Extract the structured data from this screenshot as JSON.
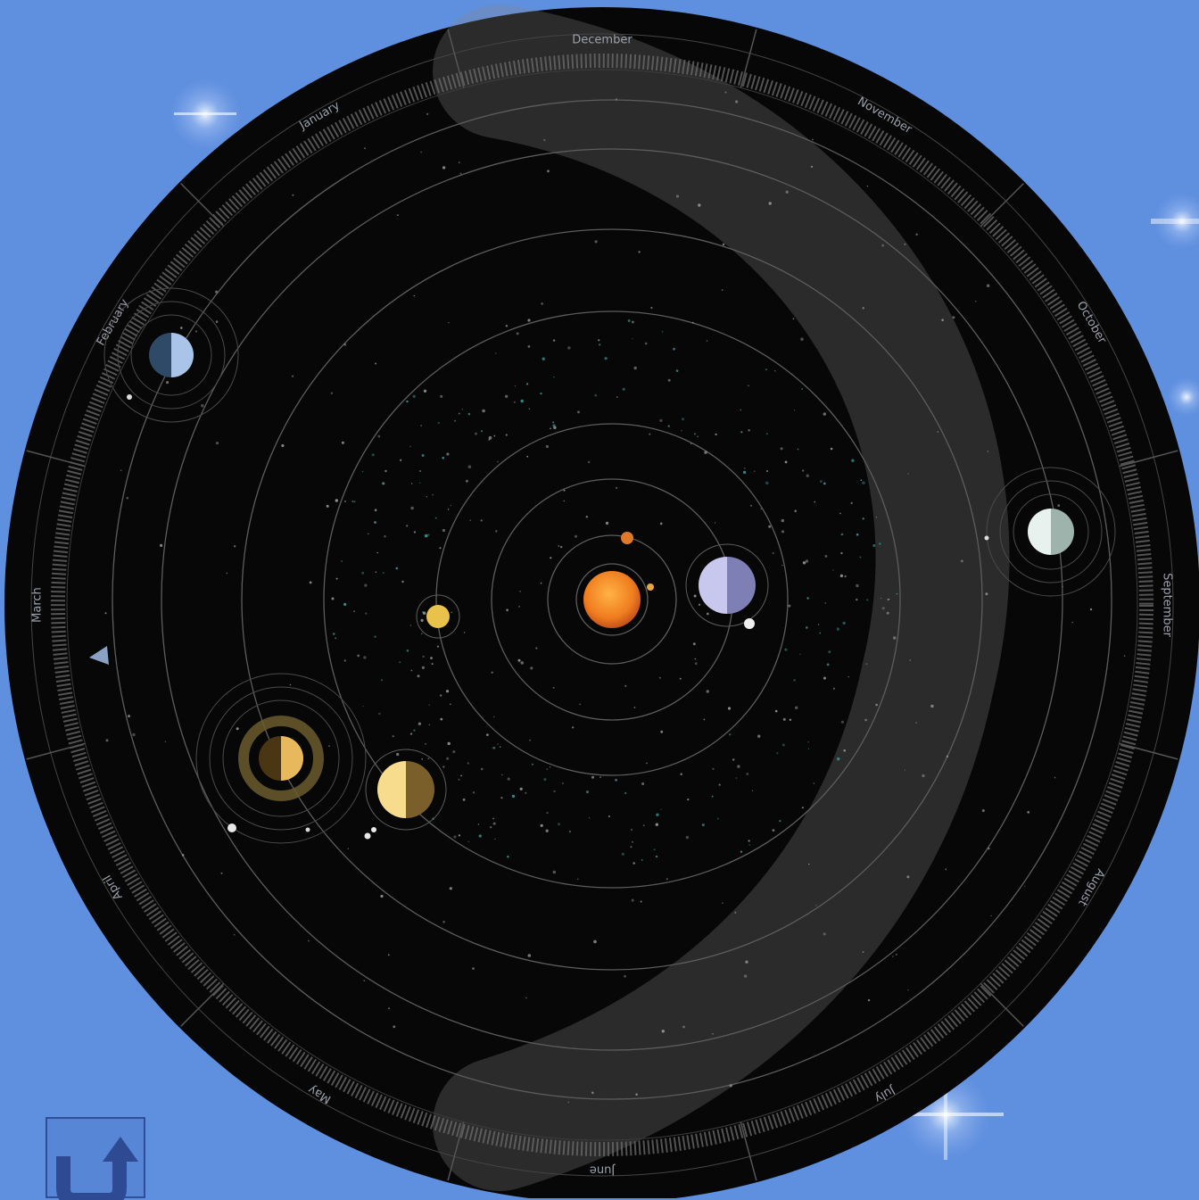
{
  "colors": {
    "background": "#5f8fdf",
    "disc": "#070707",
    "sun": "#f08a2a",
    "orbit_line": "#5d5d5d",
    "back_button": "#5886d6"
  },
  "months": [
    {
      "label": "December"
    },
    {
      "label": "November"
    },
    {
      "label": "October"
    },
    {
      "label": "September"
    },
    {
      "label": "August"
    },
    {
      "label": "July"
    },
    {
      "label": "June"
    },
    {
      "label": "May"
    },
    {
      "label": "April"
    },
    {
      "label": "March"
    },
    {
      "label": "February"
    },
    {
      "label": "January"
    }
  ],
  "bodies": [
    {
      "name": "sun",
      "icon": "sun-icon"
    },
    {
      "name": "mercury",
      "icon": "planet-icon"
    },
    {
      "name": "venus",
      "icon": "planet-icon"
    },
    {
      "name": "earth",
      "icon": "planet-icon"
    },
    {
      "name": "mars",
      "icon": "planet-icon"
    },
    {
      "name": "jupiter",
      "icon": "planet-icon"
    },
    {
      "name": "saturn",
      "icon": "planet-icon"
    },
    {
      "name": "uranus",
      "icon": "planet-icon"
    },
    {
      "name": "neptune",
      "icon": "planet-icon"
    }
  ],
  "back_button": {
    "icon": "return-arrow-icon"
  }
}
